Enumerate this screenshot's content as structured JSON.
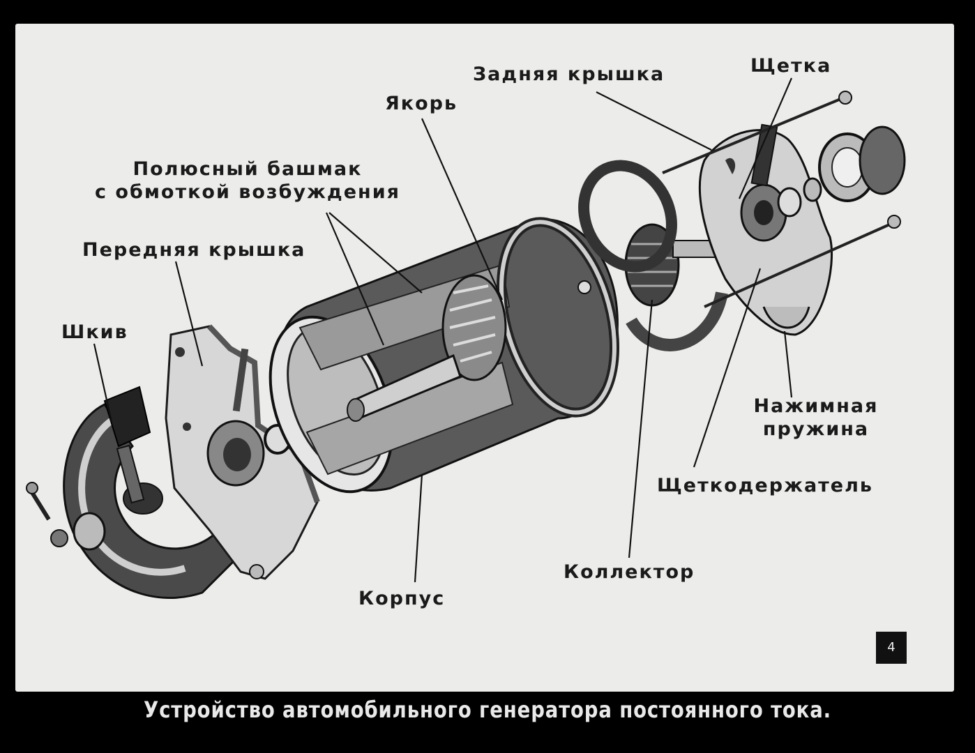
{
  "labels": {
    "rear_cover": "Задняя   крышка",
    "brush": "Щетка",
    "armature": "Якорь",
    "pole_shoe": "Полюсный башмак\nс обмоткой возбуждения",
    "front_cover": "Передняя крышка",
    "pulley": "Шкив",
    "pressure_spring": "Нажимная\nпружина",
    "brush_holder": "Щеткодержатель",
    "commutator": "Коллектор",
    "housing": "Корпус"
  },
  "frame_number": "4",
  "caption": "Устройство  автомобильного  генератора  постоянного  тока."
}
